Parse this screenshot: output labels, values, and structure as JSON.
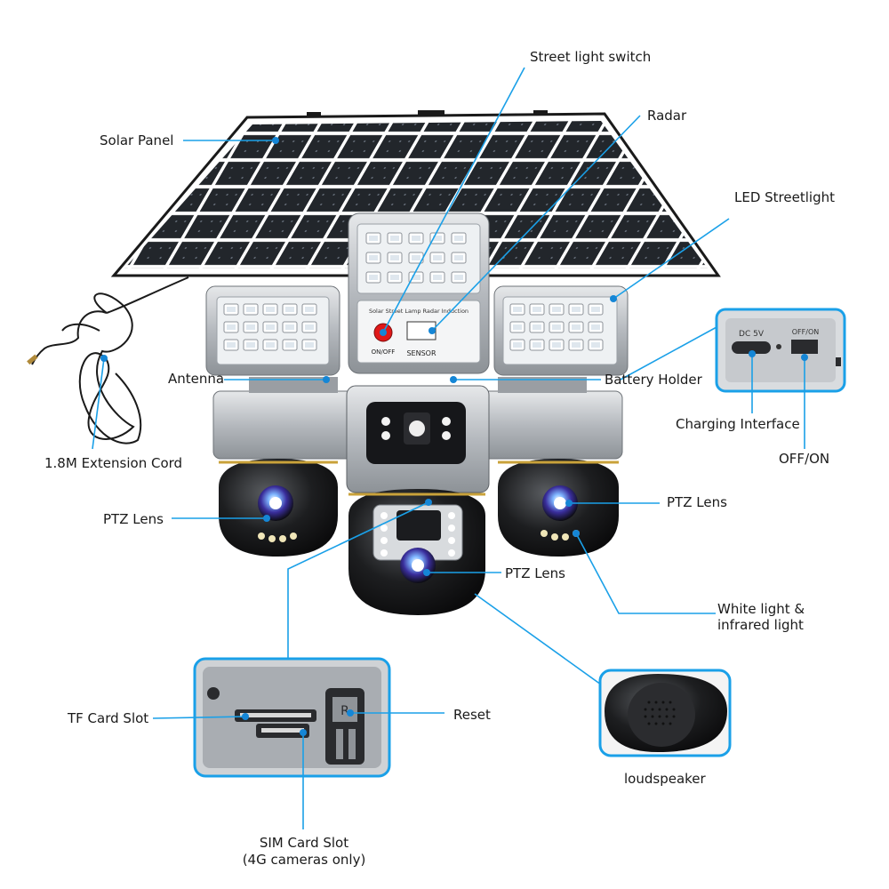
{
  "labels": {
    "street_light_switch": "Street light switch",
    "radar": "Radar",
    "solar_panel": "Solar Panel",
    "led_streetlight": "LED Streetlight",
    "antenna": "Antenna",
    "battery_holder": "Battery Holder",
    "charging_interface": "Charging Interface",
    "off_on": "OFF/ON",
    "extension_cord": "1.8M Extension Cord",
    "ptz_lens_left": "PTZ Lens",
    "ptz_lens_right": "PTZ Lens",
    "ptz_lens_center": "PTZ Lens",
    "white_light_line1": "White light &",
    "white_light_line2": "infrared light",
    "tf_card_slot": "TF Card Slot",
    "reset": "Reset",
    "sim_card_slot_line1": "SIM Card Slot",
    "sim_card_slot_line2": "(4G cameras only)",
    "loudspeaker": "loudspeaker"
  },
  "device_text": {
    "panel_title": "Solar Street Lamp Radar Induction",
    "on_off": "ON/OFF",
    "sensor": "SENSOR",
    "dc_5v": "DC 5V",
    "off_on_switch": "OFF/ON",
    "reset_mark": "R"
  },
  "colors": {
    "callout_line": "#1aa0e8",
    "callout_dot": "#1586d6",
    "label_text": "#1a1a1a",
    "switch_button": "#e01818",
    "solar_cell": "#23272c",
    "housing_silver": "#b9bdc2",
    "camera_dome": "#1b1b1d"
  }
}
